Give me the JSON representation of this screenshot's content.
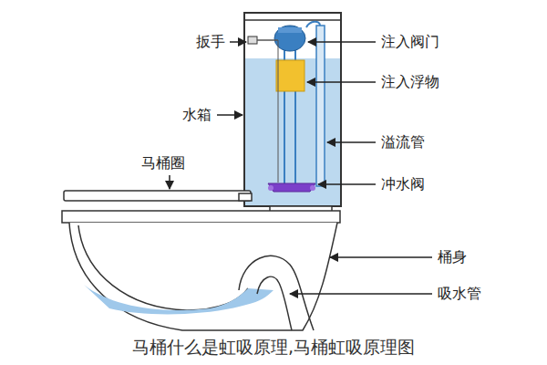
{
  "diagram": {
    "caption": "马桶什么是虹吸原理,马桶虹吸原理图",
    "labels": [
      "扳手",
      "注入阀门",
      "注入浮物",
      "水箱",
      "溢流管",
      "马桶圈",
      "冲水阀",
      "桶身",
      "吸水管"
    ]
  }
}
